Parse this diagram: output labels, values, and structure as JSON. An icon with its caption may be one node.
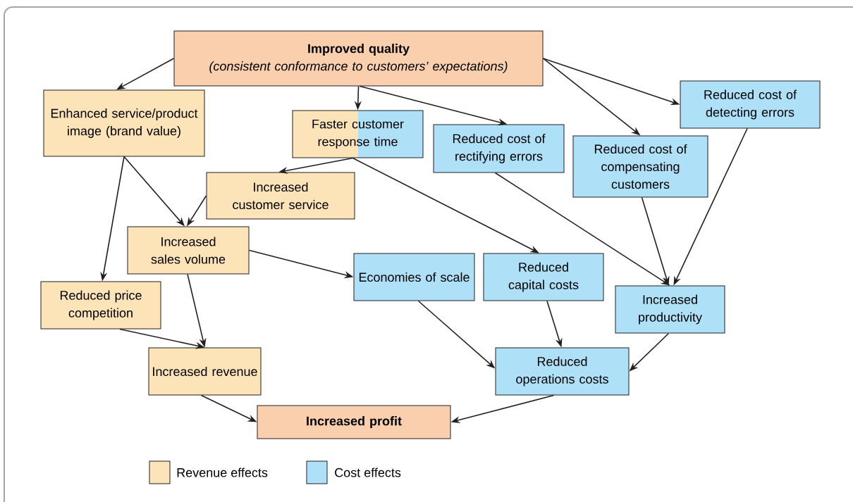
{
  "diagram": {
    "nodes": [
      {
        "text": [
          "Improved quality",
          "(consistent conformance to customers’ expectations)"
        ]
      },
      {
        "text": [
          "Enhanced service/product image (brand value)"
        ]
      },
      {
        "text": [
          "Faster customer response time"
        ]
      },
      {
        "text": [
          "Reduced cost of rectifying errors"
        ]
      },
      {
        "text": [
          "Reduced cost of compensating customers"
        ]
      },
      {
        "text": [
          "Reduced cost of detecting errors"
        ]
      },
      {
        "text": [
          "Increased customer service"
        ]
      },
      {
        "text": [
          "Increased sales volume"
        ]
      },
      {
        "text": [
          "Reduced price competition"
        ]
      },
      {
        "text": [
          "Economies of scale"
        ]
      },
      {
        "text": [
          "Reduced capital costs"
        ]
      },
      {
        "text": [
          "Increased productivity"
        ]
      },
      {
        "text": [
          "Increased revenue"
        ]
      },
      {
        "text": [
          "Reduced operations costs"
        ]
      },
      {
        "text": [
          "Increased profit"
        ]
      }
    ],
    "edges": [
      {
        "from": 0,
        "to": 1,
        "arrow": "to"
      },
      {
        "from": 0,
        "to": 2,
        "arrow": "to"
      },
      {
        "from": 0,
        "to": 3,
        "arrow": "to"
      },
      {
        "from": 0,
        "to": 4,
        "arrow": "to"
      },
      {
        "from": 0,
        "to": 5,
        "arrow": "to"
      },
      {
        "from": 1,
        "to": 7,
        "arrow": "to"
      },
      {
        "from": 1,
        "to": 8,
        "arrow": "to"
      },
      {
        "from": 2,
        "to": 6,
        "arrow": "to"
      },
      {
        "from": 2,
        "to": 10,
        "arrow": "to"
      },
      {
        "from": 3,
        "to": 11,
        "arrow": "to"
      },
      {
        "from": 4,
        "to": 11,
        "arrow": "to"
      },
      {
        "from": 5,
        "to": 11,
        "arrow": "to"
      },
      {
        "from": 6,
        "to": 7,
        "arrow": "to"
      },
      {
        "from": 7,
        "to": 9,
        "arrow": "to"
      },
      {
        "from": 7,
        "to": 12,
        "arrow": "to"
      },
      {
        "from": 8,
        "to": 12,
        "arrow": "to"
      },
      {
        "from": 9,
        "to": 13,
        "arrow": "to"
      },
      {
        "from": 10,
        "to": 13,
        "arrow": "to"
      },
      {
        "from": 11,
        "to": 13,
        "arrow": "to"
      },
      {
        "from": 12,
        "to": 14,
        "arrow": "to"
      },
      {
        "from": 13,
        "to": 14,
        "arrow": "to"
      }
    ],
    "legend": [
      {
        "text": "Revenue effects",
        "color": "#fde3b8"
      },
      {
        "text": "Cost effects",
        "color": "#aee0f8"
      }
    ]
  }
}
